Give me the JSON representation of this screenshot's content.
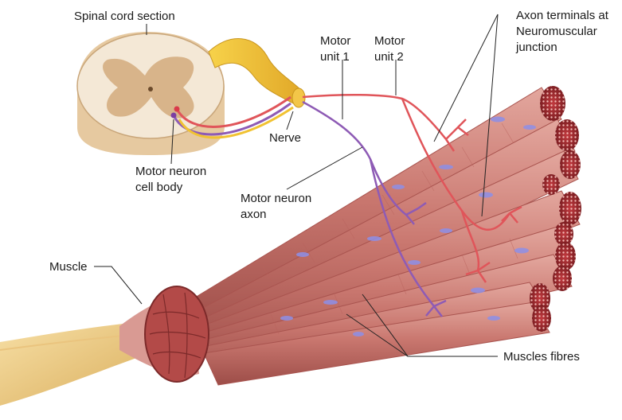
{
  "labels": {
    "spinal_cord_section": "Spinal cord section",
    "motor_unit_1": [
      "Motor",
      "unit 1"
    ],
    "motor_unit_2": [
      "Motor",
      "unit 2"
    ],
    "axon_terminals": [
      "Axon terminals at",
      "Neuromuscular",
      "junction"
    ],
    "nerve": "Nerve",
    "motor_neuron_cell_body": [
      "Motor neuron",
      "cell body"
    ],
    "motor_neuron_axon": [
      "Motor neuron",
      "axon"
    ],
    "muscle": "Muscle",
    "muscles_fibres": "Muscles fibres"
  },
  "colors": {
    "motor_unit_1": "#8e5bb5",
    "motor_unit_2": "#e0555a",
    "nerve": "#f1c232",
    "muscle_fibre": "#c87a72",
    "gray_matter": "#d8b48a",
    "white_matter": "#f4e8d6"
  }
}
